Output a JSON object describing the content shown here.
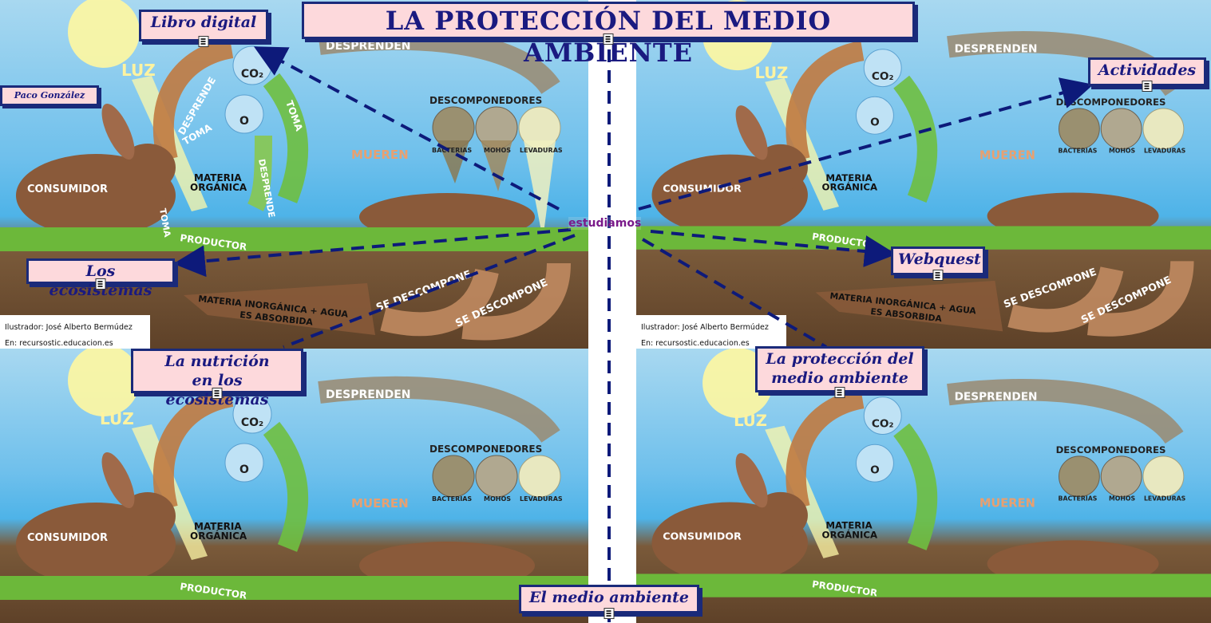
{
  "title": "LA PROTECCIÓN DEL MEDIO AMBIENTE",
  "author": "Paco González",
  "center_label": "estudiamos",
  "nodes": {
    "libro": "Libro digital",
    "actividades": "Actividades",
    "ecosistemas": "Los ecosistemas",
    "webquest": "Webquest",
    "nutricion_1": "La nutrición",
    "nutricion_2": "en los ecosistemas",
    "proteccion_1": "La protección del",
    "proteccion_2": "medio ambiente",
    "medio": "El medio ambiente"
  },
  "image": {
    "luz": "LUZ",
    "desprenden": "DESPRENDEN",
    "desprende": "DESPRENDE",
    "toma": "TOMA",
    "co2": "CO₂",
    "o": "O",
    "descomponedores": "DESCOMPONEDORES",
    "bacterias": "BACTERIAS",
    "mohos": "MOHOS",
    "levaduras": "LEVADURAS",
    "mueren": "MUEREN",
    "consumidor": "CONSUMIDOR",
    "materia_1": "MATERIA",
    "materia_2": "ORGÁNICA",
    "productor": "PRODUCTOR",
    "inorganica_1": "MATERIA INORGÁNICA + AGUA",
    "inorganica_2": "ES ABSORBIDA",
    "se_descompone": "SE DESCOMPONE",
    "ilustrador": "Ilustrador: José Alberto Bermúdez",
    "en": "En: recursostic.educacion.es"
  },
  "colors": {
    "node_fill": "#fdd9dc",
    "node_border": "#1a2a7a",
    "node_text": "#1a1a80",
    "link": "#0d1a7a",
    "center_text": "#7a1a8a"
  }
}
